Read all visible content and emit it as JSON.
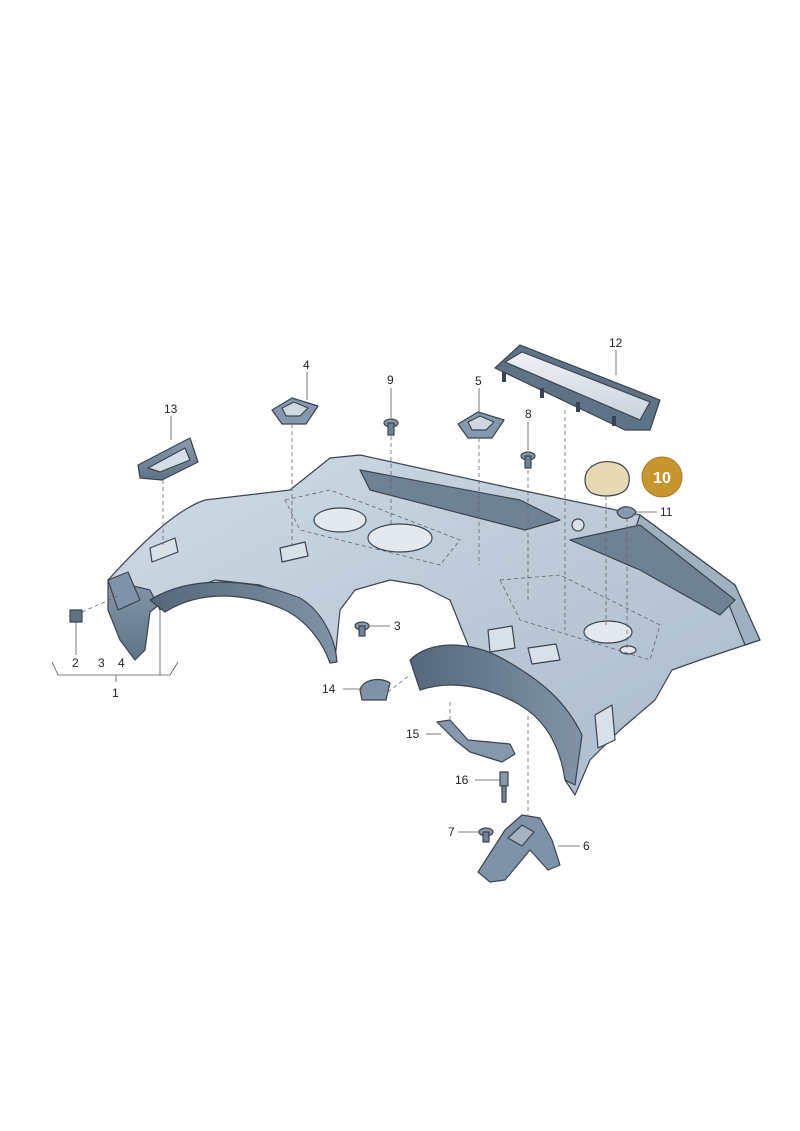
{
  "parts": [
    {
      "id": "1",
      "label": "1"
    },
    {
      "id": "2",
      "label": "2"
    },
    {
      "id": "3a",
      "label": "3"
    },
    {
      "id": "4a",
      "label": "4"
    },
    {
      "id": "3",
      "label": "3"
    },
    {
      "id": "4",
      "label": "4"
    },
    {
      "id": "5",
      "label": "5"
    },
    {
      "id": "6",
      "label": "6"
    },
    {
      "id": "7",
      "label": "7"
    },
    {
      "id": "8",
      "label": "8"
    },
    {
      "id": "9",
      "label": "9"
    },
    {
      "id": "10",
      "label": "10"
    },
    {
      "id": "11",
      "label": "11"
    },
    {
      "id": "12",
      "label": "12"
    },
    {
      "id": "13",
      "label": "13"
    },
    {
      "id": "14",
      "label": "14"
    },
    {
      "id": "15",
      "label": "15"
    },
    {
      "id": "16",
      "label": "16"
    }
  ],
  "highlight": {
    "label": "10",
    "color": "#c8962e"
  },
  "colors": {
    "panel_top": "#b9c7d4",
    "panel_side": "#7f93a8",
    "panel_dark": "#5c6f82",
    "outline": "#3a4450"
  }
}
